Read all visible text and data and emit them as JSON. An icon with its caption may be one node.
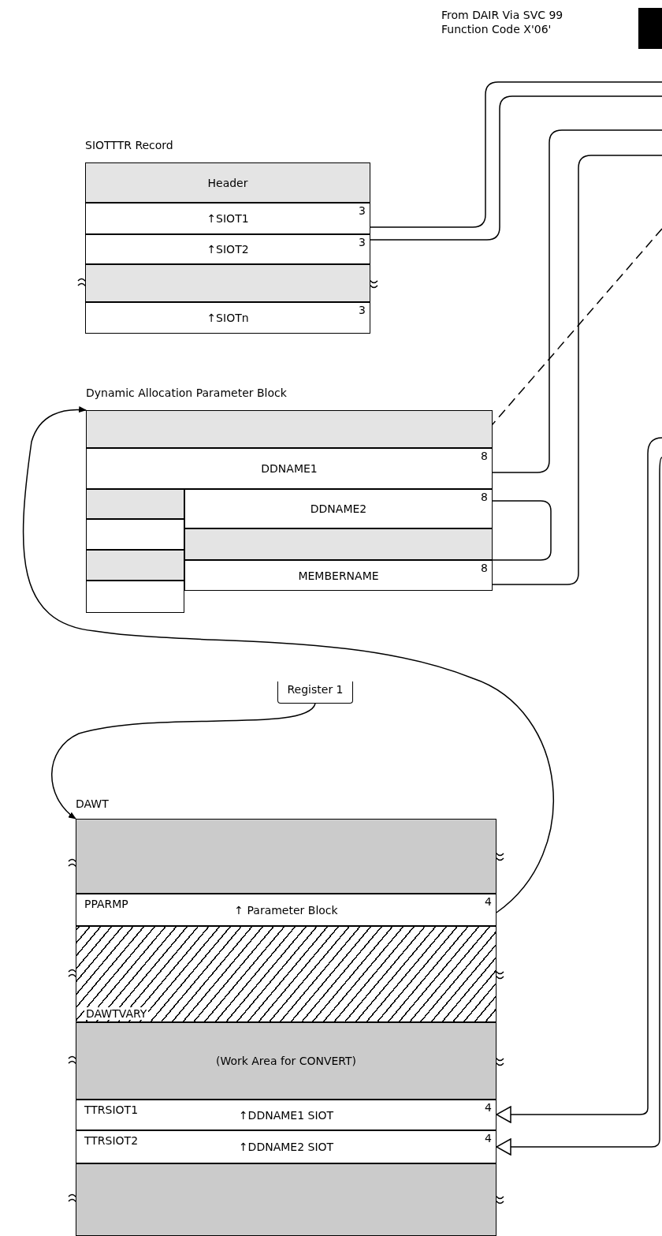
{
  "diagram": {
    "nodes": [
      {
        "text": [
          "SIOTTTR Record"
        ]
      },
      {
        "text": [
          "Header"
        ],
        "in": 0
      },
      {
        "text": [
          "↑SIOT1",
          "3"
        ],
        "in": 0
      },
      {
        "text": [
          "↑SIOT2",
          "3"
        ],
        "in": 0
      },
      {
        "text": [],
        "shape": "bar",
        "in": 0
      },
      {
        "text": [
          "↑SIOTn",
          "3"
        ],
        "in": 0
      },
      {
        "text": [
          "Dynamic Allocation Parameter Block"
        ]
      },
      {
        "text": [],
        "shape": "bar",
        "in": 6
      },
      {
        "text": [
          "DDNAME1",
          "8"
        ],
        "in": 6
      },
      {
        "text": [],
        "shape": "bar",
        "in": 6
      },
      {
        "text": [
          "DDNAME2",
          "8"
        ],
        "in": 6
      },
      {
        "text": [],
        "shape": "box",
        "in": 6
      },
      {
        "text": [],
        "shape": "bar",
        "in": 6
      },
      {
        "text": [],
        "shape": "bar",
        "in": 6
      },
      {
        "text": [
          "MEMBERNAME",
          "8"
        ],
        "in": 6
      },
      {
        "text": [],
        "shape": "box",
        "in": 6
      },
      {
        "text": [
          "Register 1"
        ]
      },
      {
        "text": [
          "DAWT"
        ]
      },
      {
        "text": [],
        "shape": "bar",
        "in": 17
      },
      {
        "text": [
          "PPARMP",
          "↑ Parameter Block",
          "4"
        ],
        "in": 17
      },
      {
        "text": [
          "DAWTVARY"
        ],
        "in": 17
      },
      {
        "text": [
          "(Work Area for CONVERT)"
        ],
        "in": 17
      },
      {
        "text": [
          "TTRSIOT1",
          "↑DDNAME1 SIOT",
          "4"
        ],
        "in": 17
      },
      {
        "text": [
          "TTRSIOT2",
          "↑DDNAME2 SIOT",
          "4"
        ],
        "in": 17
      },
      {
        "text": [],
        "shape": "bar",
        "in": 17
      }
    ],
    "edges": [
      {
        "from": 2,
        "to": null,
        "arrow": "none"
      },
      {
        "from": 3,
        "to": null,
        "arrow": "none"
      },
      {
        "from": 8,
        "to": null,
        "arrow": "none"
      },
      {
        "from": 10,
        "to": 14,
        "arrow": "none"
      },
      {
        "from": 14,
        "to": null,
        "arrow": "none"
      },
      {
        "from": null,
        "to": 8,
        "arrow": "to",
        "style": "dashed"
      },
      {
        "from": 19,
        "to": 6,
        "arrow": "to"
      },
      {
        "from": 16,
        "to": 17,
        "arrow": "to"
      },
      {
        "from": null,
        "to": 22,
        "arrow": "to"
      },
      {
        "from": null,
        "to": 23,
        "arrow": "to"
      }
    ],
    "labels": [
      "From DAIR Via SVC 99 Function Code X'06'"
    ]
  }
}
